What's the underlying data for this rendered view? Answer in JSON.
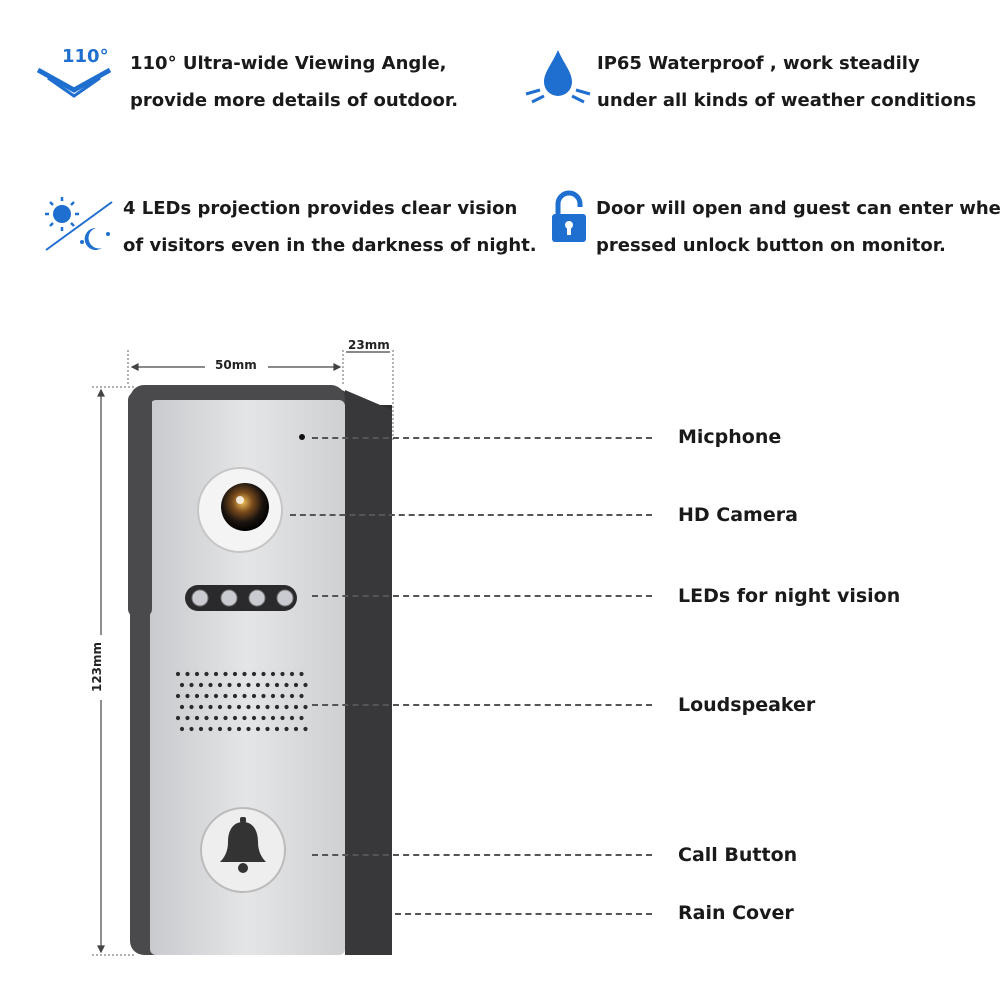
{
  "features": [
    {
      "icon": "wide-angle-icon",
      "icon_text": "110°",
      "lines": [
        "110° Ultra-wide Viewing Angle,",
        "provide more details of outdoor."
      ]
    },
    {
      "icon": "water-drop-icon",
      "lines": [
        "IP65 Waterproof , work steadily",
        "under all kinds of weather conditions"
      ]
    },
    {
      "icon": "day-night-icon",
      "lines": [
        "4 LEDs projection provides clear vision",
        "of visitors even in the darkness of night."
      ]
    },
    {
      "icon": "unlock-icon",
      "lines": [
        "Door will open and guest can enter when",
        "pressed unlock button on monitor."
      ]
    }
  ],
  "dimensions": {
    "width": "50mm",
    "depth": "23mm",
    "height": "123mm"
  },
  "parts": [
    {
      "name": "microphone",
      "label": "Micphone"
    },
    {
      "name": "hd-camera",
      "label": "HD Camera"
    },
    {
      "name": "night-leds",
      "label": "LEDs for night vision"
    },
    {
      "name": "loudspeaker",
      "label": "Loudspeaker"
    },
    {
      "name": "call-button",
      "label": "Call Button"
    },
    {
      "name": "rain-cover",
      "label": "Rain Cover"
    }
  ],
  "colors": {
    "icon_blue": "#1f6fd0",
    "panel_silver": "#d9dadc",
    "housing_dark": "#3c3c3e"
  }
}
